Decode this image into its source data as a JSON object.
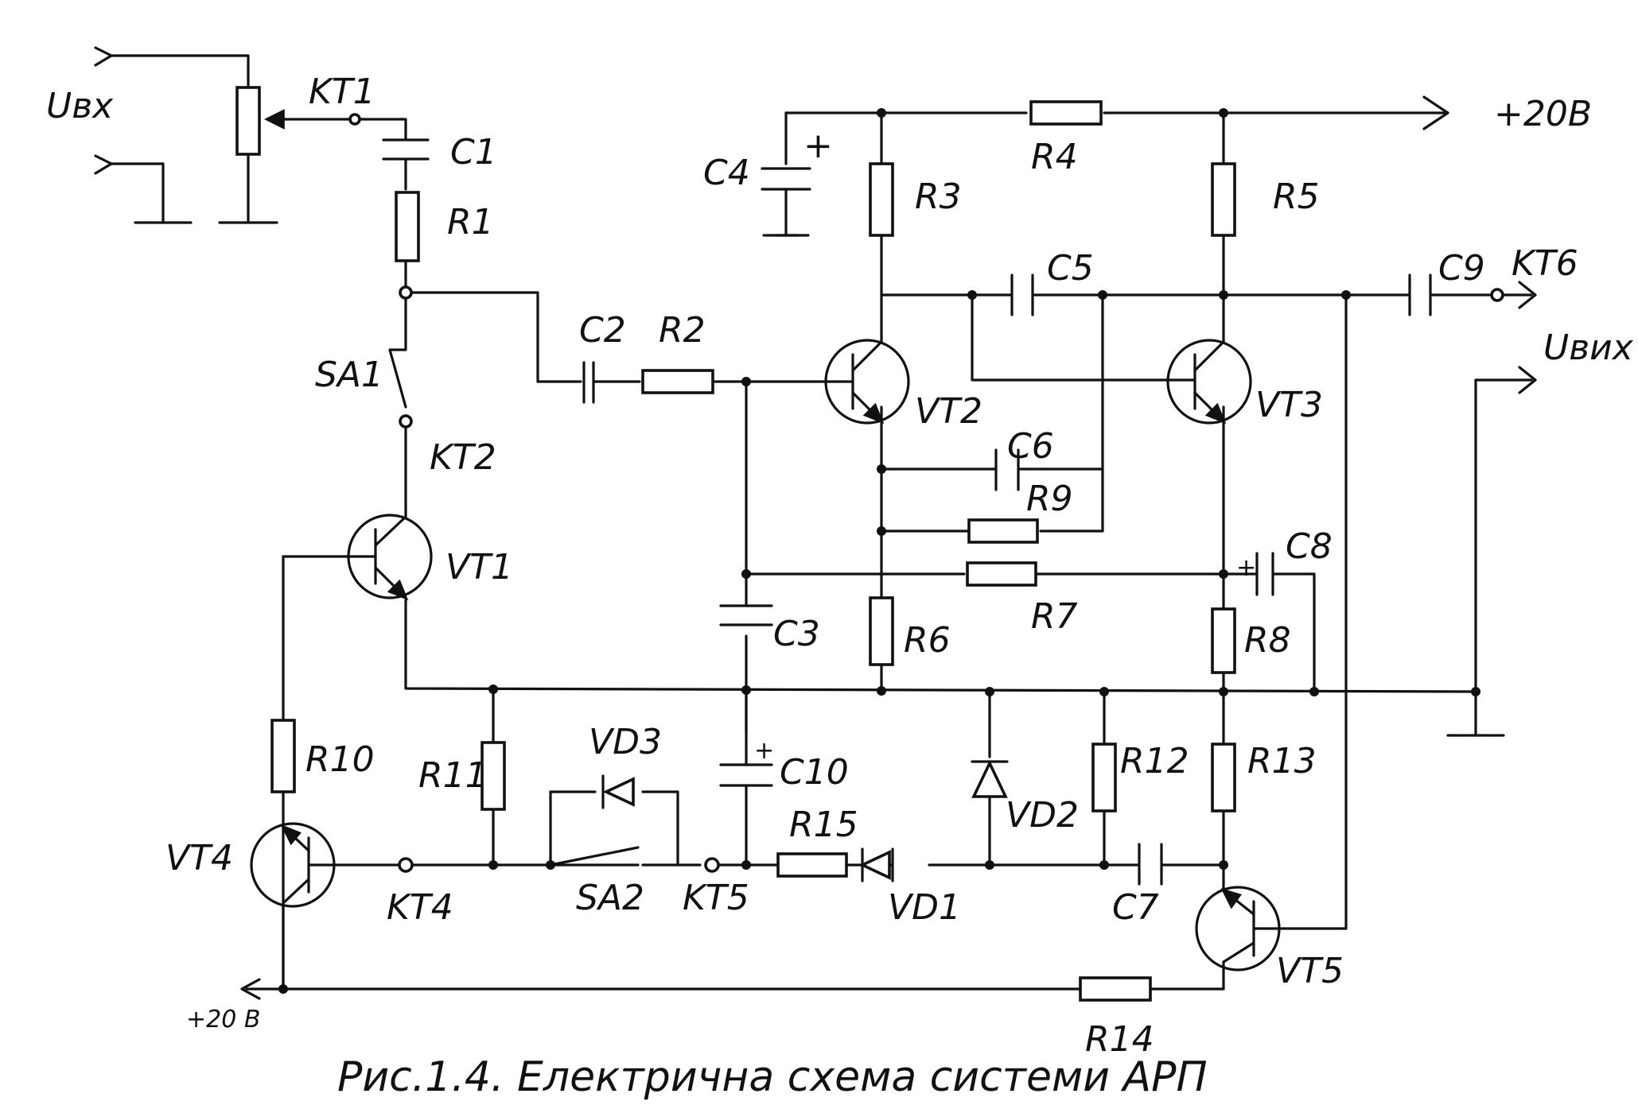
{
  "caption": "Рис.1.4. Електрична схема системи АРП",
  "labels": {
    "uin": "Uвх",
    "uout": "Uвих",
    "vplus_top": "+20В",
    "vplus_bottom": "+20 В",
    "plus": "+",
    "kt1": "KT1",
    "kt2": "KT2",
    "kt4": "KT4",
    "kt5": "KT5",
    "kt6": "KT6",
    "sa1": "SA1",
    "sa2": "SA2",
    "c1": "C1",
    "c2": "C2",
    "c3": "C3",
    "c4": "C4",
    "c5": "C5",
    "c6": "C6",
    "c7": "C7",
    "c8": "C8",
    "c9": "C9",
    "c10": "C10",
    "r1": "R1",
    "r2": "R2",
    "r3": "R3",
    "r4": "R4",
    "r5": "R5",
    "r6": "R6",
    "r7": "R7",
    "r8": "R8",
    "r9": "R9",
    "r10": "R10",
    "r11": "R11",
    "r12": "R12",
    "r13": "R13",
    "r14": "R14",
    "r15": "R15",
    "vt1": "VT1",
    "vt2": "VT2",
    "vt3": "VT3",
    "vt4": "VT4",
    "vt5": "VT5",
    "vd1": "VD1",
    "vd2": "VD2",
    "vd3": "VD3"
  }
}
